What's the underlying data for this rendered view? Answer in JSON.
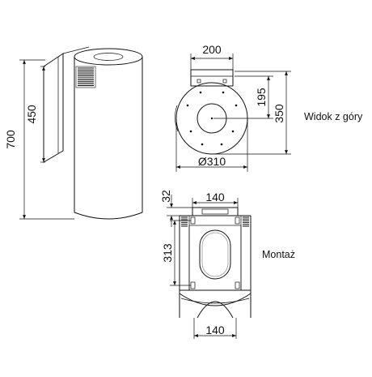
{
  "side_view": {
    "dim_total_height": "700",
    "dim_chimney_height": "450"
  },
  "top_view": {
    "label": "Widok z góry",
    "dim_bracket_width": "200",
    "dim_center_offset": "195",
    "dim_depth": "350",
    "dim_diameter": "Ø310"
  },
  "mounting_view": {
    "label": "Montaż",
    "dim_top_offset": "32",
    "dim_top_width": "140",
    "dim_hole_spacing": "313",
    "dim_bottom_width": "140"
  }
}
